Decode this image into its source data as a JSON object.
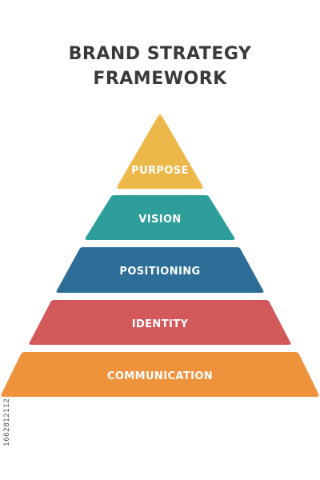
{
  "title": {
    "line1": "BRAND STRATEGY",
    "line2": "FRAMEWORK"
  },
  "levels": [
    {
      "label": "PURPOSE",
      "color": "#EDB84A"
    },
    {
      "label": "VISION",
      "color": "#2E9E9A"
    },
    {
      "label": "POSITIONING",
      "color": "#2C6E98"
    },
    {
      "label": "IDENTITY",
      "color": "#D3585A"
    },
    {
      "label": "COMMUNICATION",
      "color": "#EE933B"
    }
  ],
  "watermark_id": "1662812112"
}
